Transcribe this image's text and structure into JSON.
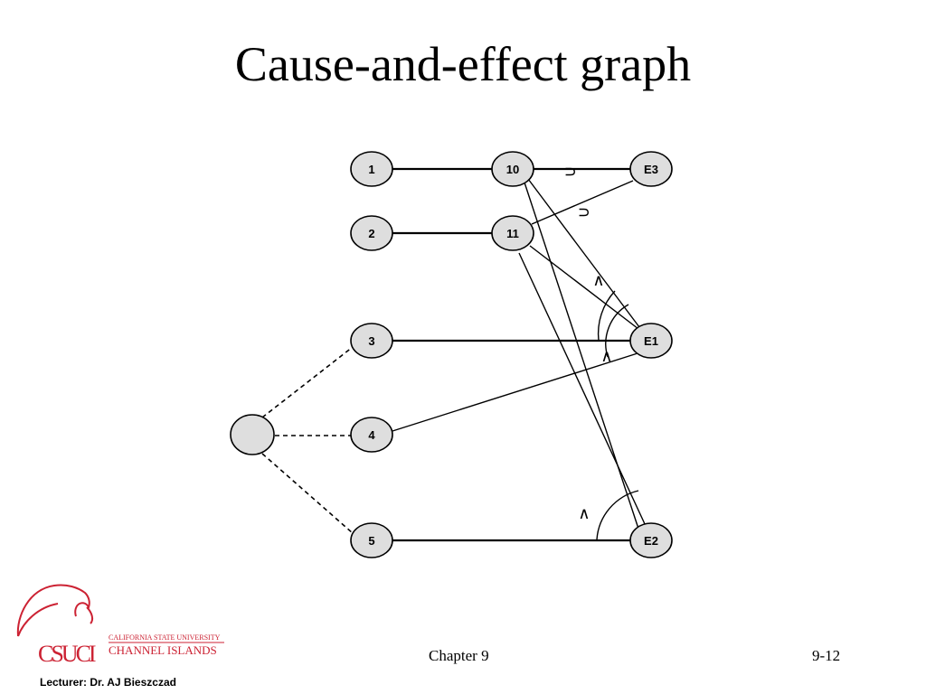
{
  "slide": {
    "title": "Cause-and-effect graph",
    "footer_chapter": "Chapter 9",
    "footer_page": "9-12",
    "lecturer": "Lecturer: Dr. AJ Bieszczad"
  },
  "logo": {
    "university_line": "CALIFORNIA STATE UNIVERSITY",
    "campus_line": "CHANNEL ISLANDS",
    "initials": "CSUCI",
    "color": "#cc2233"
  },
  "diagram": {
    "nodes": {
      "n1": "1",
      "n2": "2",
      "n3": "3",
      "n4": "4",
      "n5": "5",
      "n10": "10",
      "n11": "11",
      "e1": "E1",
      "e2": "E2",
      "e3": "E3",
      "constraint": ""
    },
    "operators": {
      "e3_or_1": "∪",
      "e3_or_2": "∪",
      "e1_and_1": "∧",
      "e1_and_2": "∧",
      "e2_and": "∧"
    },
    "colors": {
      "node_fill": "#dedede",
      "stroke": "#000000"
    }
  }
}
